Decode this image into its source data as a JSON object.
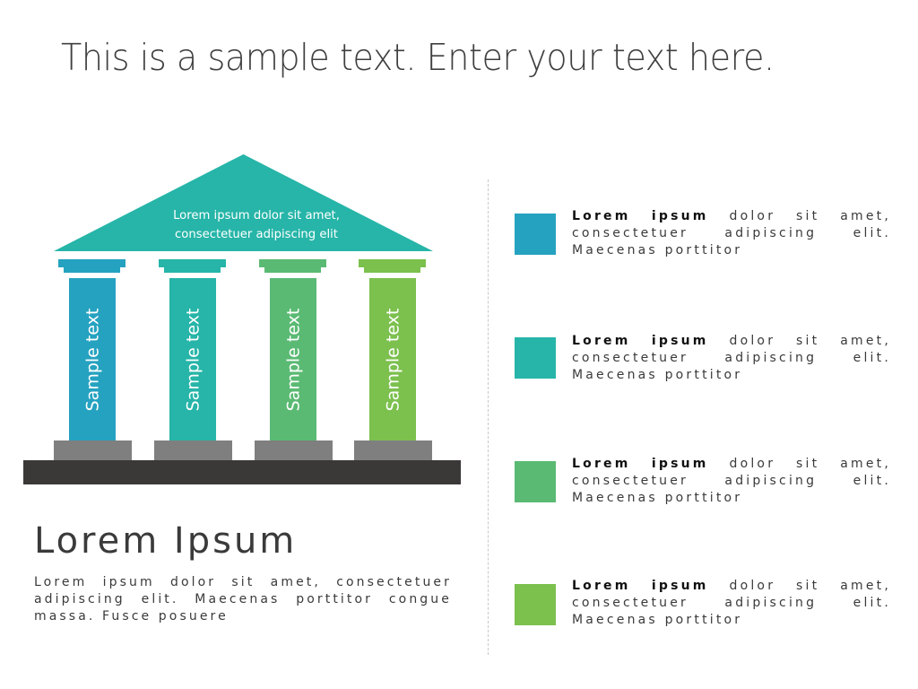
{
  "slide": {
    "title": "This is a sample text. Enter your text here."
  },
  "temple": {
    "roof_color": "#26b5a8",
    "roof_text_line1": "Lorem ipsum dolor sit amet,",
    "roof_text_line2": "consectetuer adipiscing elit",
    "plinth_color": "#7f7f7f",
    "base_color": "#3b3838",
    "pillars": [
      {
        "label": "Sample text",
        "color": "#25a2c0"
      },
      {
        "label": "Sample text",
        "color": "#26b5a8"
      },
      {
        "label": "Sample text",
        "color": "#5aba73"
      },
      {
        "label": "Sample text",
        "color": "#7cc04e"
      }
    ]
  },
  "summary": {
    "heading": "Lorem Ipsum",
    "body": "Lorem ipsum dolor sit amet, consectetuer adipiscing elit. Maecenas porttitor congue massa. Fusce posuere"
  },
  "legend": [
    {
      "bold": "Lorem ipsum",
      "text": " dolor sit amet, consectetuer adipiscing elit. Maecenas porttitor",
      "color": "#25a2c0"
    },
    {
      "bold": "Lorem ipsum",
      "text": " dolor sit amet, consectetuer adipiscing elit. Maecenas porttitor",
      "color": "#26b5a8"
    },
    {
      "bold": "Lorem ipsum",
      "text": " dolor sit amet, consectetuer adipiscing elit. Maecenas porttitor",
      "color": "#5aba73"
    },
    {
      "bold": "Lorem ipsum",
      "text": " dolor sit amet, consectetuer adipiscing elit. Maecenas porttitor",
      "color": "#7cc04e"
    }
  ]
}
